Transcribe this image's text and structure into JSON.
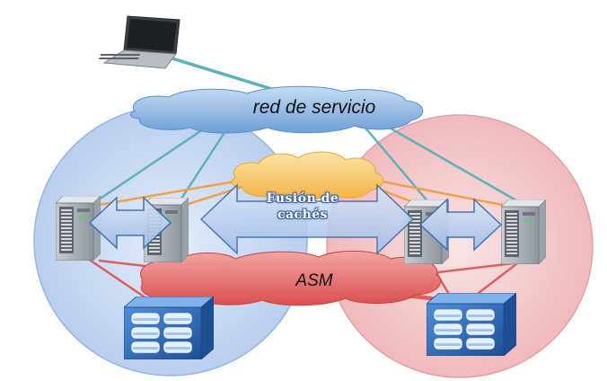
{
  "labels": {
    "service_network": "red de servicio",
    "cache_fusion_line1": "Fusión de",
    "cache_fusion_line2": "cachés",
    "asm": "ASM"
  },
  "colors": {
    "site_left": "#c9daf2",
    "site_right": "#f3cdd0",
    "service_cloud": "#8fb8e3",
    "interconnect_cloud": "#f6c66a",
    "asm_cloud": "#e36b6b",
    "service_links": "#5fb0b8",
    "interconnect_links": "#f0a04b",
    "storage_links": "#d9605c"
  },
  "icons": [
    "laptop-icon",
    "server-icon",
    "storage-array-icon",
    "double-arrow-icon"
  ]
}
